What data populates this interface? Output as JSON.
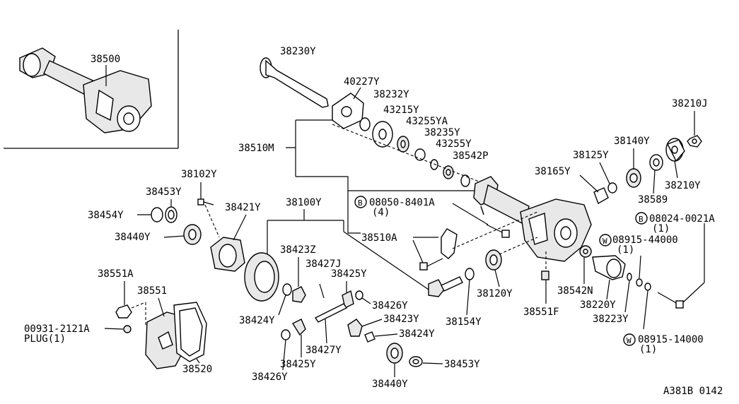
{
  "labels": {
    "p38500": "38500",
    "p38230Y": "38230Y",
    "p40227Y": "40227Y",
    "p38232Y": "38232Y",
    "p43215Y": "43215Y",
    "p43255YA": "43255YA",
    "p38235Y": "38235Y",
    "p43255Y": "43255Y",
    "p38542P": "38542P",
    "p38510M": "38510M",
    "p38210J": "38210J",
    "p38140Y": "38140Y",
    "p38125Y": "38125Y",
    "p38165Y": "38165Y",
    "p38589": "38589",
    "p38210Y": "38210Y",
    "p38102Y": "38102Y",
    "p38453Y_a": "38453Y",
    "p38454Y": "38454Y",
    "p38421Y": "38421Y",
    "p38440Y_a": "38440Y",
    "p38100Y": "38100Y",
    "p08050": "08050-8401A",
    "p08050_qty": "(4)",
    "p38510A": "38510A",
    "p08024": "08024-0021A",
    "p08024_qty": "(1)",
    "p08915_44": "08915-44000",
    "p08915_44_qty": "(1)",
    "p38551A": "38551A",
    "p38551": "38551",
    "p38423Z": "38423Z",
    "p38427J": "38427J",
    "p38425Y_a": "38425Y",
    "p38424Y_a": "38424Y",
    "p38426Y_a": "38426Y",
    "p38423Y": "38423Y",
    "p38424Y_b": "38424Y",
    "p38154Y": "38154Y",
    "p38120Y": "38120Y",
    "p38542N": "38542N",
    "p38551F": "38551F",
    "p38220Y": "38220Y",
    "p38223Y": "38223Y",
    "p08915_14": "08915-14000",
    "p08915_14_qty": "(1)",
    "p00931": "00931-2121A",
    "plug": "PLUG(1)",
    "p38520": "38520",
    "p38427Y": "38427Y",
    "p38425Y_b": "38425Y",
    "p38453Y_b": "38453Y",
    "p38426Y_b": "38426Y",
    "p38440Y_b": "38440Y",
    "diagram_code": "A381B 0142"
  },
  "symbols": {
    "bolt_b": "B",
    "washer_w": "W"
  }
}
